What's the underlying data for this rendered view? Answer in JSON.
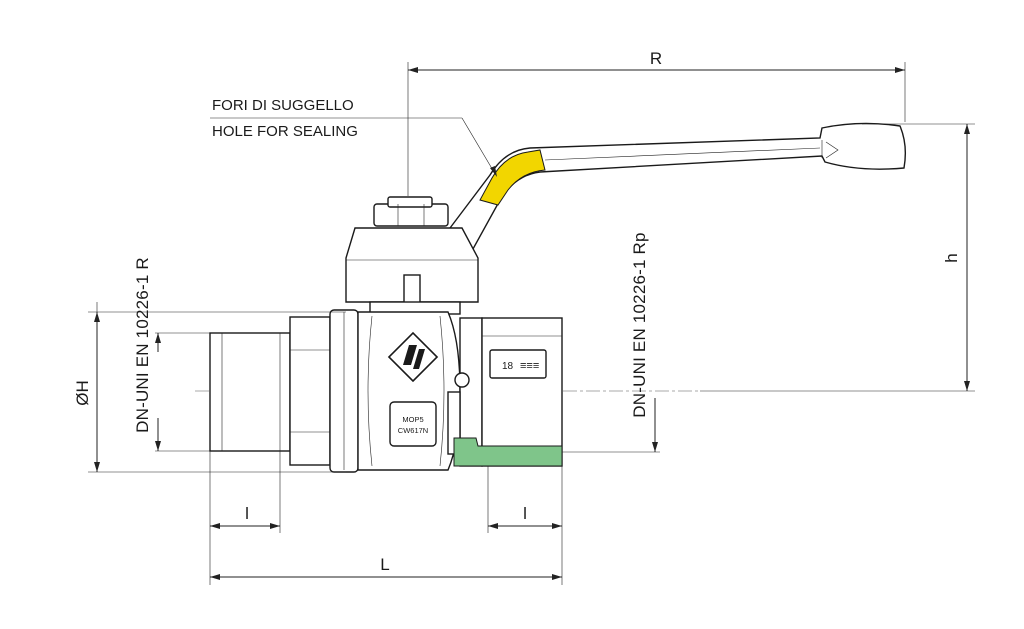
{
  "callout": {
    "line1": "FORI DI SUGGELLO",
    "line2": "HOLE FOR SEALING"
  },
  "dimensions": {
    "R": "R",
    "h": "h",
    "OH": "ØH",
    "L": "L",
    "l_left": "l",
    "l_right": "l"
  },
  "standards": {
    "male_thread": "DN-UNI EN 10226-1 R",
    "female_thread": "DN-UNI EN 10226-1 Rp"
  },
  "body_markings": {
    "pressure": "MOP5",
    "material": "CW617N",
    "size": "18"
  },
  "colors": {
    "handle_band": "#f2d600",
    "gasket": "#7fc58a",
    "outline": "#1a1a1a"
  },
  "icons": {
    "logo": "diamond-logo-icon",
    "gas_symbol": "gas-symbol-icon"
  }
}
